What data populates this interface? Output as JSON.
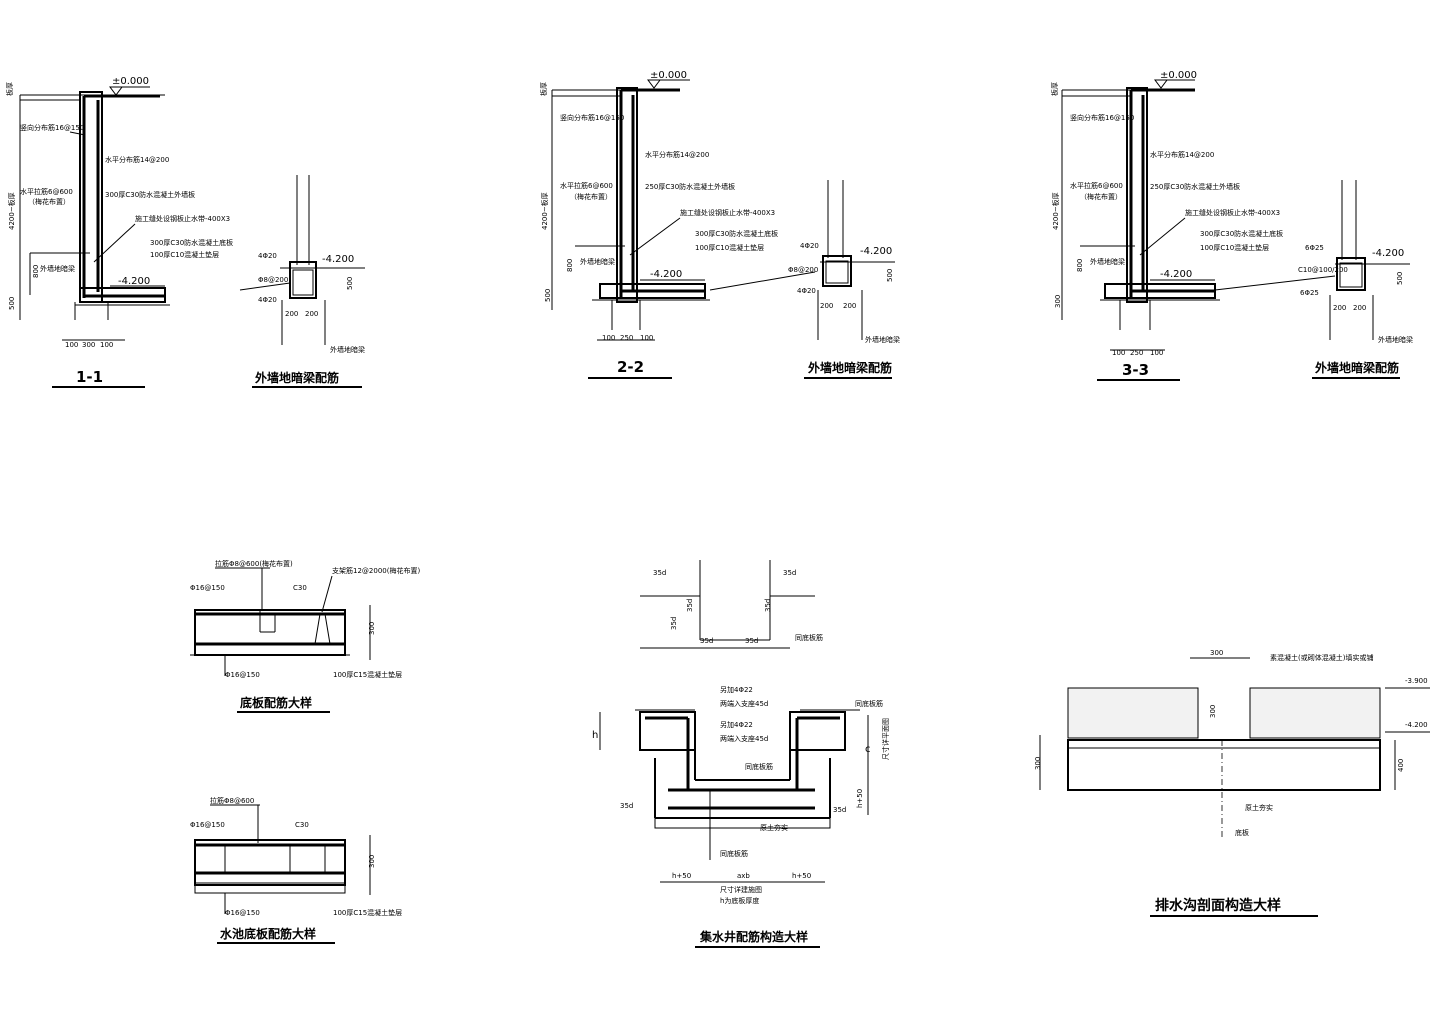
{
  "sections": [
    {
      "id": "s1",
      "title": "1-1",
      "top_elev": "±0.000",
      "bottom_elev": "-4.200",
      "vertical_dim": "4200~板厚",
      "dim_800": "800",
      "dim_500": "500",
      "bottom_dims": [
        "100",
        "300",
        "100"
      ],
      "notes": [
        "竖向分布筋16@150",
        "水平分布筋14@200",
        "300厚C30防水混凝土外墙板",
        "水平拉筋6@600",
        "（梅花布置）",
        "施工缝处设钢板止水带-400X3",
        "300厚C30防水混凝土底板",
        "100厚C10混凝土垫层",
        "外墙地暗梁",
        "板厚"
      ],
      "beam_title": "外墙地暗梁配筋",
      "beam_elev": "-4.200",
      "beam_labels": [
        "4Φ20",
        "Φ8@200",
        "4Φ20",
        "500",
        "200",
        "200",
        "外墙地暗梁"
      ]
    },
    {
      "id": "s2",
      "title": "2-2",
      "top_elev": "±0.000",
      "bottom_elev": "-4.200",
      "vertical_dim": "4200~板厚",
      "dim_800": "800",
      "dim_500": "500",
      "bottom_dims": [
        "100",
        "250",
        "100"
      ],
      "notes": [
        "竖向分布筋16@150",
        "水平分布筋14@200",
        "250厚C30防水混凝土外墙板",
        "水平拉筋6@600",
        "（梅花布置）",
        "施工缝处设钢板止水带-400X3",
        "300厚C30防水混凝土底板",
        "100厚C10混凝土垫层",
        "外墙地暗梁",
        "板厚"
      ],
      "beam_title": "外墙地暗梁配筋",
      "beam_elev": "-4.200",
      "beam_labels": [
        "4Φ20",
        "Φ8@200",
        "4Φ20",
        "500",
        "200",
        "200",
        "外墙地暗梁"
      ]
    },
    {
      "id": "s3",
      "title": "3-3",
      "top_elev": "±0.000",
      "bottom_elev": "-4.200",
      "vertical_dim": "4200~板厚",
      "dim_800": "800",
      "dim_500": "300",
      "bottom_dims": [
        "100",
        "250",
        "100"
      ],
      "notes": [
        "竖向分布筋16@150",
        "水平分布筋14@200",
        "250厚C30防水混凝土外墙板",
        "水平拉筋6@600",
        "（梅花布置）",
        "施工缝处设钢板止水带-400X3",
        "300厚C30防水混凝土底板",
        "100厚C10混凝土垫层",
        "外墙地暗梁",
        "板厚"
      ],
      "beam_title": "外墙地暗梁配筋",
      "beam_elev": "-4.200",
      "beam_labels": [
        "6Φ25",
        "C10@100/200",
        "6Φ25",
        "500",
        "200",
        "200",
        "外墙地暗梁"
      ]
    }
  ],
  "slab_detail": {
    "title": "底板配筋大样",
    "labels": [
      "拉筋Φ8@600(梅花布置)",
      "Φ16@150",
      "C30",
      "支架筋12@2000(梅花布置)",
      "300",
      "Φ16@150",
      "100厚C15混凝土垫层"
    ]
  },
  "pool_detail": {
    "title": "水池底板配筋大样",
    "labels": [
      "拉筋Φ8@600",
      "Φ16@150",
      "C30",
      "300",
      "Φ16@150",
      "100厚C15混凝土垫层"
    ]
  },
  "sump_detail": {
    "title": "集水井配筋构造大样",
    "labels_top": [
      "35d",
      "35d",
      "35d",
      "35d",
      "35d",
      "35d",
      "35d",
      "同底板筋"
    ],
    "labels_main": [
      "另加4Φ22",
      "两端入支座45d",
      "另加4Φ22",
      "两端入支座45d",
      "同底板筋",
      "h",
      "c",
      "尺寸详平面图",
      "35d",
      "35d",
      "h+50",
      "原土夯实",
      "同底板筋",
      "h+50",
      "axb",
      "h+50",
      "尺寸详建施图",
      "h为底板厚度"
    ]
  },
  "trench_detail": {
    "title": "排水沟剖面构造大样",
    "labels": [
      "300",
      "素混凝土(或砌体混凝土)填实或铺",
      "-3.900",
      "-4.200",
      "300",
      "300",
      "400",
      "原土夯实",
      "底板"
    ]
  }
}
